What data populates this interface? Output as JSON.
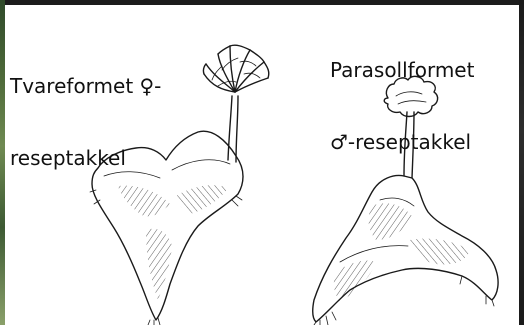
{
  "labels": {
    "female_line1": "Tvareformet ♀-",
    "female_line2": "reseptakkel",
    "male_line1": "Parasollformet",
    "male_line2": "♂-reseptakkel"
  },
  "colors": {
    "ink": "#1a1a1a",
    "background": "#ffffff",
    "border": "#1c1c1c"
  }
}
